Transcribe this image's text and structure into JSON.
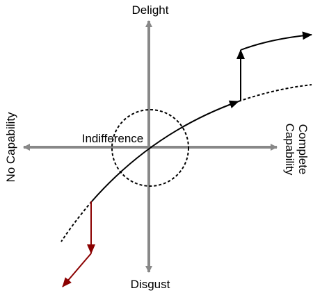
{
  "diagram": {
    "labels": {
      "delight": "Delight",
      "disgust": "Disgust",
      "no_capability": "No Capability",
      "complete_capability_line1": "Complete",
      "complete_capability_line2": "Capability",
      "indifference": "Indifference"
    },
    "colors": {
      "axis": "#888888",
      "curve": "#000000",
      "negative_arrow": "#8b0000"
    }
  }
}
